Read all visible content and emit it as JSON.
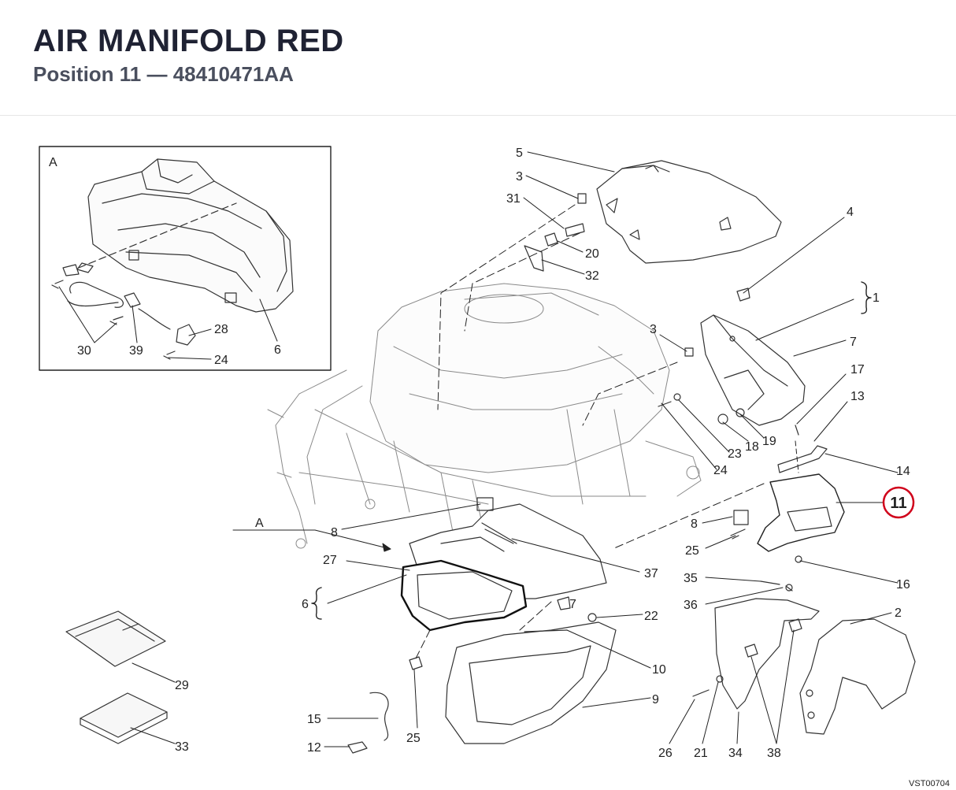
{
  "header": {
    "title": "AIR MANIFOLD RED",
    "subtitle": "Position 11 — 48410471AA"
  },
  "inset_label": "A",
  "callout_a": "A",
  "highlight": {
    "number": "11",
    "color": "#d0021b"
  },
  "diagram_code": "VST00704",
  "callouts": {
    "c1": "1",
    "c2": "2",
    "c3a": "3",
    "c3b": "3",
    "c4": "4",
    "c5": "5",
    "c6a": "6",
    "c6b": "6",
    "c7a": "7",
    "c7b": "7",
    "c8a": "8",
    "c8b": "8",
    "c9": "9",
    "c10": "10",
    "c12": "12",
    "c13": "13",
    "c14": "14",
    "c15": "15",
    "c16": "16",
    "c17": "17",
    "c18": "18",
    "c19": "19",
    "c20": "20",
    "c21": "21",
    "c22": "22",
    "c23": "23",
    "c24a": "24",
    "c24b": "24",
    "c25a": "25",
    "c25b": "25",
    "c26": "26",
    "c27": "27",
    "c28": "28",
    "c29": "29",
    "c30": "30",
    "c31": "31",
    "c32": "32",
    "c33": "33",
    "c34": "34",
    "c35": "35",
    "c36": "36",
    "c37": "37",
    "c38": "38",
    "c39": "39"
  }
}
